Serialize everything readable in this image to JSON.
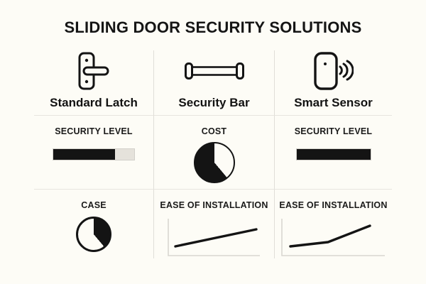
{
  "title": "SLIDING DOOR SECURITY SOLUTIONS",
  "colors": {
    "paper": "#FDFCF6",
    "ink": "#141414",
    "track": "#E5E2DB"
  },
  "columns": [
    {
      "name": "Standard Latch",
      "icon": "door-latch-icon",
      "metrics": [
        {
          "label": "SECURITY LEVEL",
          "type": "bar",
          "percent": 76
        },
        {
          "label": "CASE",
          "type": "pie",
          "variant": "outline",
          "wedge_deg": 140,
          "filled_fraction": 0.39
        }
      ]
    },
    {
      "name": "Security Bar",
      "icon": "security-bar-icon",
      "metrics": [
        {
          "label": "COST",
          "type": "pie",
          "variant": "solid",
          "wedge_deg": 140,
          "filled_fraction": 0.61
        },
        {
          "label": "EASE OF INSTALLATION",
          "type": "line",
          "trend": "steady-rise",
          "points": [
            [
              11,
              41
            ],
            [
              125,
              17
            ]
          ]
        }
      ]
    },
    {
      "name": "Smart Sensor",
      "icon": "smart-sensor-icon",
      "metrics": [
        {
          "label": "SECURITY LEVEL",
          "type": "bar",
          "percent": 100
        },
        {
          "label": "EASE OF INSTALLATION",
          "type": "line",
          "trend": "slow-then-steep-rise",
          "points": [
            [
              13,
              41
            ],
            [
              66,
              35
            ],
            [
              125,
              12
            ]
          ]
        }
      ]
    }
  ]
}
